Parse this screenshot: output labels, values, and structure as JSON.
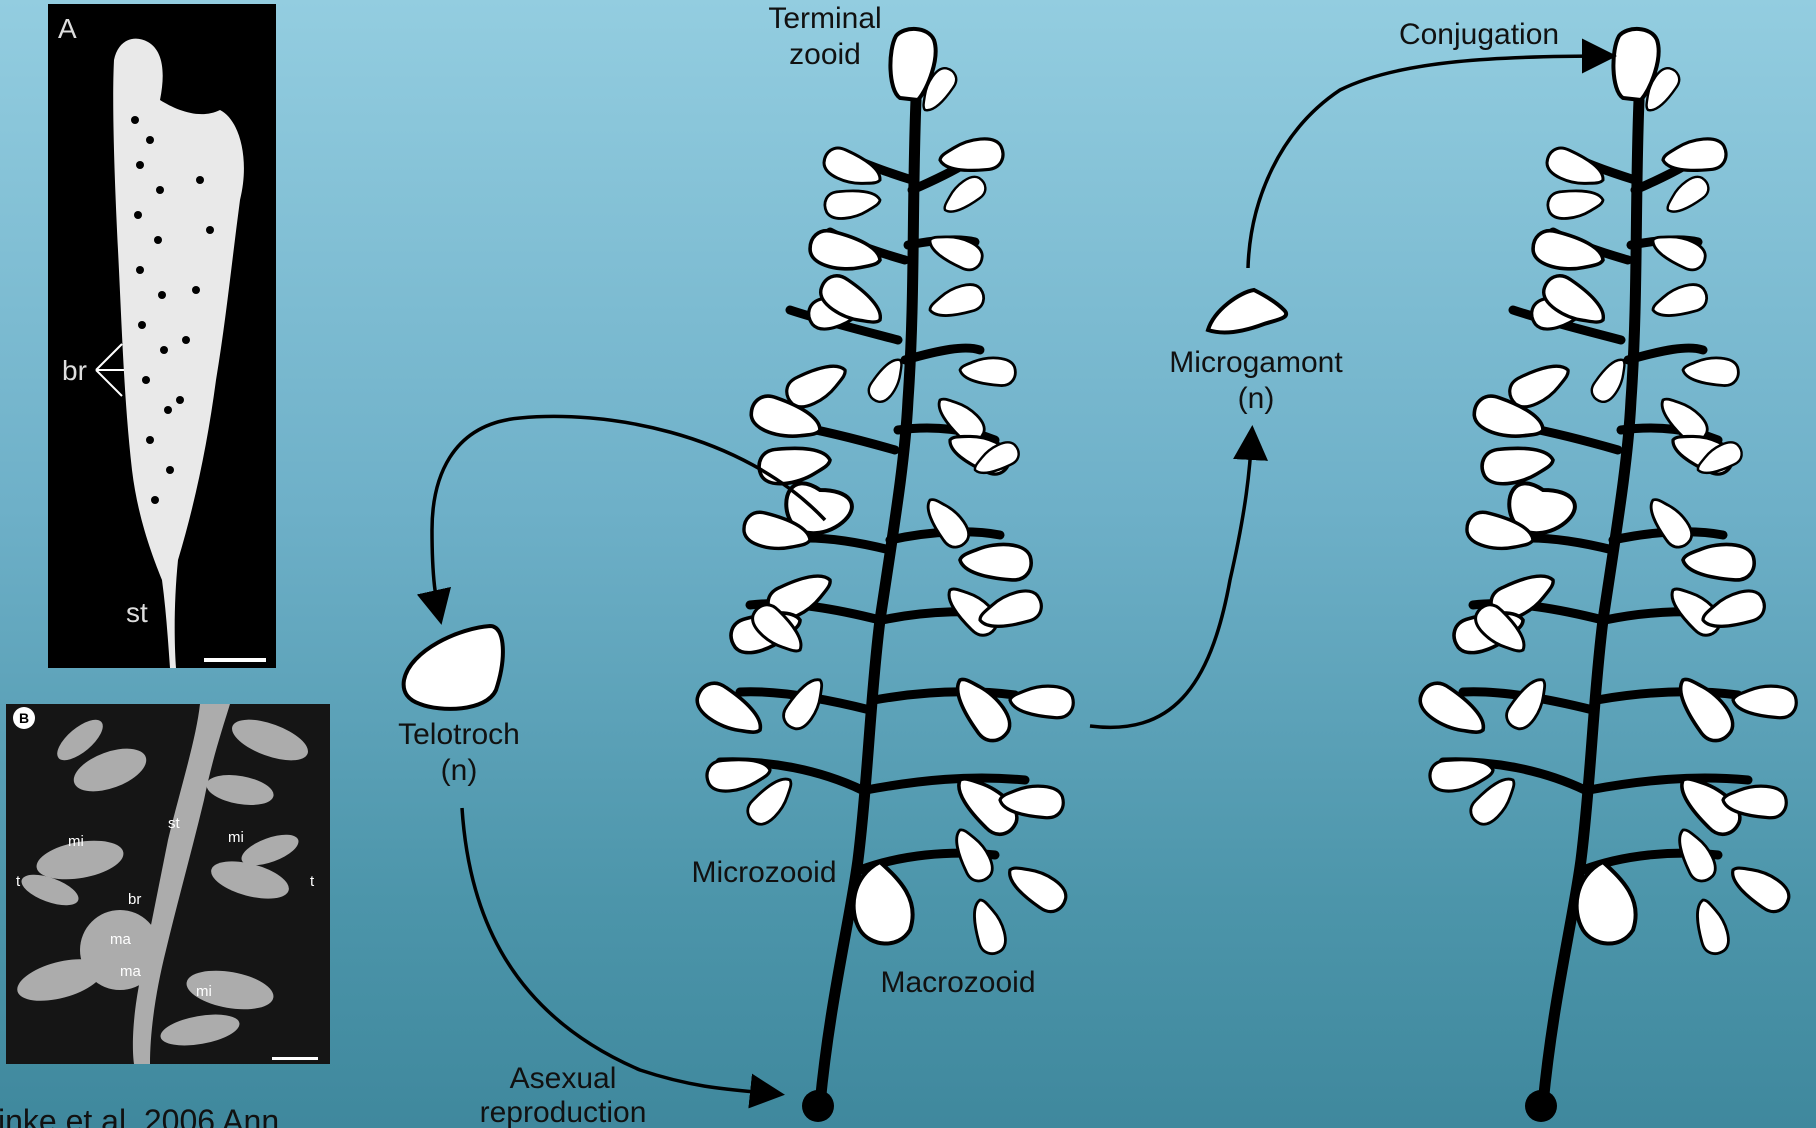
{
  "photo_a": {
    "panel_letter": "A",
    "label_br": "br",
    "label_st": "st"
  },
  "photo_b": {
    "panel_letter": "B",
    "label_st": "st",
    "label_mi_left": "mi",
    "label_mi_right": "mi",
    "label_mi_bottom": "mi",
    "label_t_left": "t",
    "label_t_right": "t",
    "label_br": "br",
    "label_ma_top": "ma",
    "label_ma_bottom": "ma"
  },
  "citation": "inke et al. 2006 Ann",
  "diagram": {
    "terminal_zooid_line1": "Terminal",
    "terminal_zooid_line2": "zooid",
    "conjugation": "Conjugation",
    "microgamont_line1": "Microgamont",
    "microgamont_line2": "(n)",
    "telotroch_line1": "Telotroch",
    "telotroch_line2": "(n)",
    "microzooid": "Microzooid",
    "macrozooid": "Macrozooid",
    "asexual_line1": "Asexual",
    "asexual_line2": "reproduction"
  },
  "colors": {
    "colony_fill": "#ffffff",
    "stalk": "#000000",
    "photo_bg": "#000000"
  }
}
